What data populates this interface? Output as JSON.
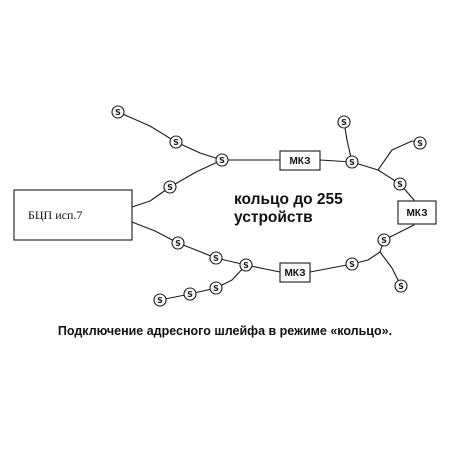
{
  "diagram": {
    "controller_label": "БЦП исп.7",
    "module_label": "МКЗ",
    "center_text_line1": "кольцо до 255",
    "center_text_line2": "устройств",
    "detector_symbol": "S",
    "caption": "Подключение адресного шлейфа в режиме «кольцо»."
  }
}
